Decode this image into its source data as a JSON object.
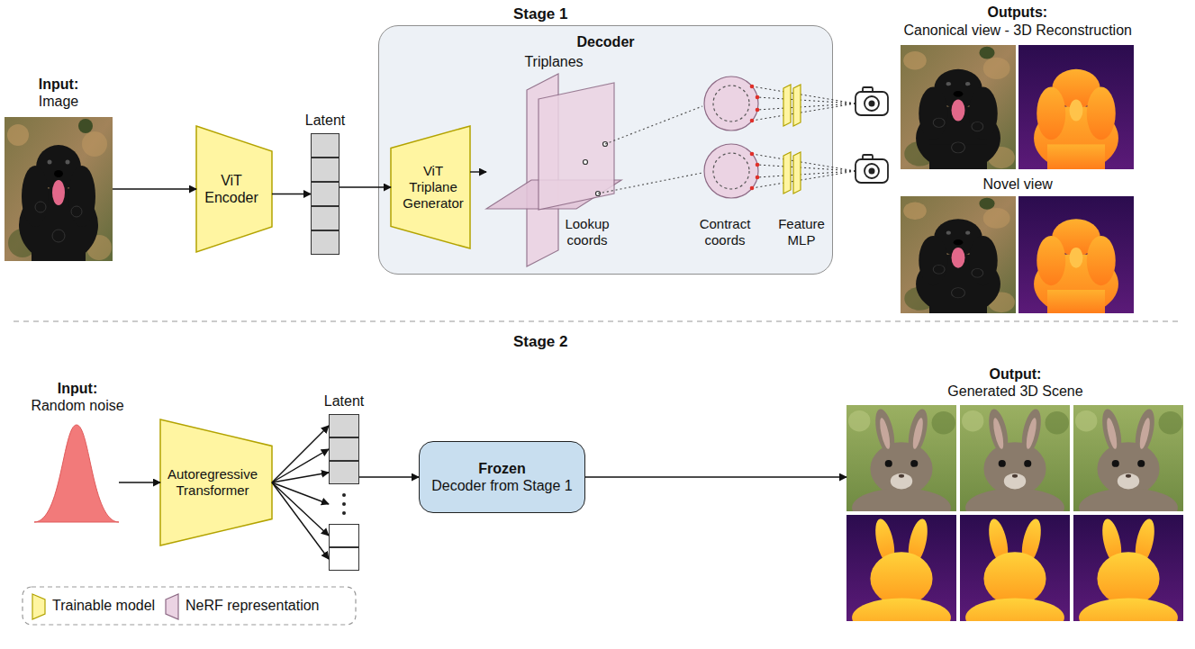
{
  "diagram": {
    "nodes": [
      {
        "text": [
          "Input:",
          "Image"
        ]
      },
      {
        "text": [
          "ViT Encoder"
        ]
      },
      {
        "text": [
          "Latent"
        ]
      },
      {
        "text": [
          "Decoder"
        ]
      },
      {
        "text": [
          "ViT Triplane Generator"
        ],
        "in": 3
      },
      {
        "text": [
          "Triplanes"
        ],
        "in": 3
      },
      {
        "text": [
          "Input:",
          "Random noise"
        ]
      },
      {
        "text": [
          "Autoregressive Transformer"
        ]
      },
      {
        "text": [
          "Latent"
        ]
      },
      {
        "text": [
          "Frozen",
          "Decoder from Stage 1"
        ]
      },
      {
        "text": [
          "Output:",
          "Generated 3D Scene"
        ]
      }
    ],
    "edges": [
      {
        "from": 0,
        "to": 1,
        "arrow": "to"
      },
      {
        "from": 1,
        "to": 2,
        "arrow": "to"
      },
      {
        "from": 2,
        "to": 4,
        "arrow": "to"
      },
      {
        "from": 4,
        "to": 5,
        "arrow": "to"
      },
      {
        "from": 6,
        "to": 7,
        "arrow": "to"
      },
      {
        "from": 7,
        "to": 8,
        "arrow": "to"
      },
      {
        "from": 8,
        "to": 9,
        "arrow": "to"
      },
      {
        "from": 9,
        "to": 10,
        "arrow": "to"
      }
    ],
    "labels": [
      "Stage 1",
      "Lookup coords",
      "Contract coords",
      "Feature MLP",
      "Outputs:",
      "Canonical view - 3D Reconstruction",
      "Novel view",
      "Stage 2"
    ],
    "legend": [
      {
        "text": "Trainable model"
      },
      {
        "text": "NeRF representation"
      }
    ]
  }
}
